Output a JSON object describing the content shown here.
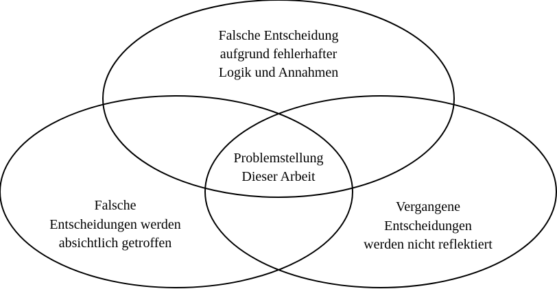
{
  "diagram": {
    "type": "venn",
    "stroke_color": "#000000",
    "background": "#ffffff",
    "sets": {
      "top": {
        "lines": [
          "Falsche Entscheidung",
          "aufgrund fehlerhafter",
          "Logik und Annahmen"
        ]
      },
      "left": {
        "lines": [
          "Falsche",
          "Entscheidungen werden",
          "absichtlich getroffen"
        ]
      },
      "right": {
        "lines": [
          "Vergangene",
          "Entscheidungen",
          "werden nicht reflektiert"
        ]
      }
    },
    "center": {
      "lines": [
        "Problemstellung",
        "Dieser Arbeit"
      ]
    }
  }
}
